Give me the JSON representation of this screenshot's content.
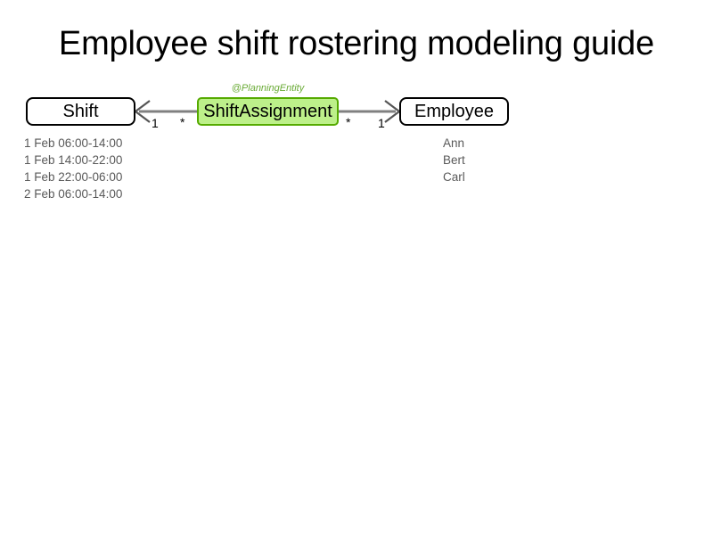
{
  "page": {
    "title": "Employee shift rostering modeling guide",
    "background_color": "#ffffff"
  },
  "diagram": {
    "type": "uml-class-diagram",
    "classes": [
      {
        "id": "shift",
        "name": "Shift",
        "fill": "#ffffff",
        "border": "#000000",
        "stereotype": null
      },
      {
        "id": "shift-assignment",
        "name": "ShiftAssignment",
        "fill": "#bdf08a",
        "border": "#55aa00",
        "stereotype": "@PlanningEntity",
        "stereotype_color": "#6aab36"
      },
      {
        "id": "employee",
        "name": "Employee",
        "fill": "#ffffff",
        "border": "#000000",
        "stereotype": null
      }
    ],
    "associations": [
      {
        "id": "assignment-to-shift",
        "from": "shift-assignment",
        "to": "shift",
        "source_multiplicity": "*",
        "target_multiplicity": "1",
        "line_color": "#808080",
        "arrow_direction": "left"
      },
      {
        "id": "assignment-to-employee",
        "from": "shift-assignment",
        "to": "employee",
        "source_multiplicity": "*",
        "target_multiplicity": "1",
        "line_color": "#808080",
        "arrow_direction": "right"
      }
    ]
  },
  "instances": {
    "text_color": "#595959",
    "shifts": [
      "1 Feb 06:00-14:00",
      "1 Feb 14:00-22:00",
      "1 Feb 22:00-06:00",
      "2 Feb 06:00-14:00"
    ],
    "employees": [
      "Ann",
      "Bert",
      "Carl"
    ]
  }
}
